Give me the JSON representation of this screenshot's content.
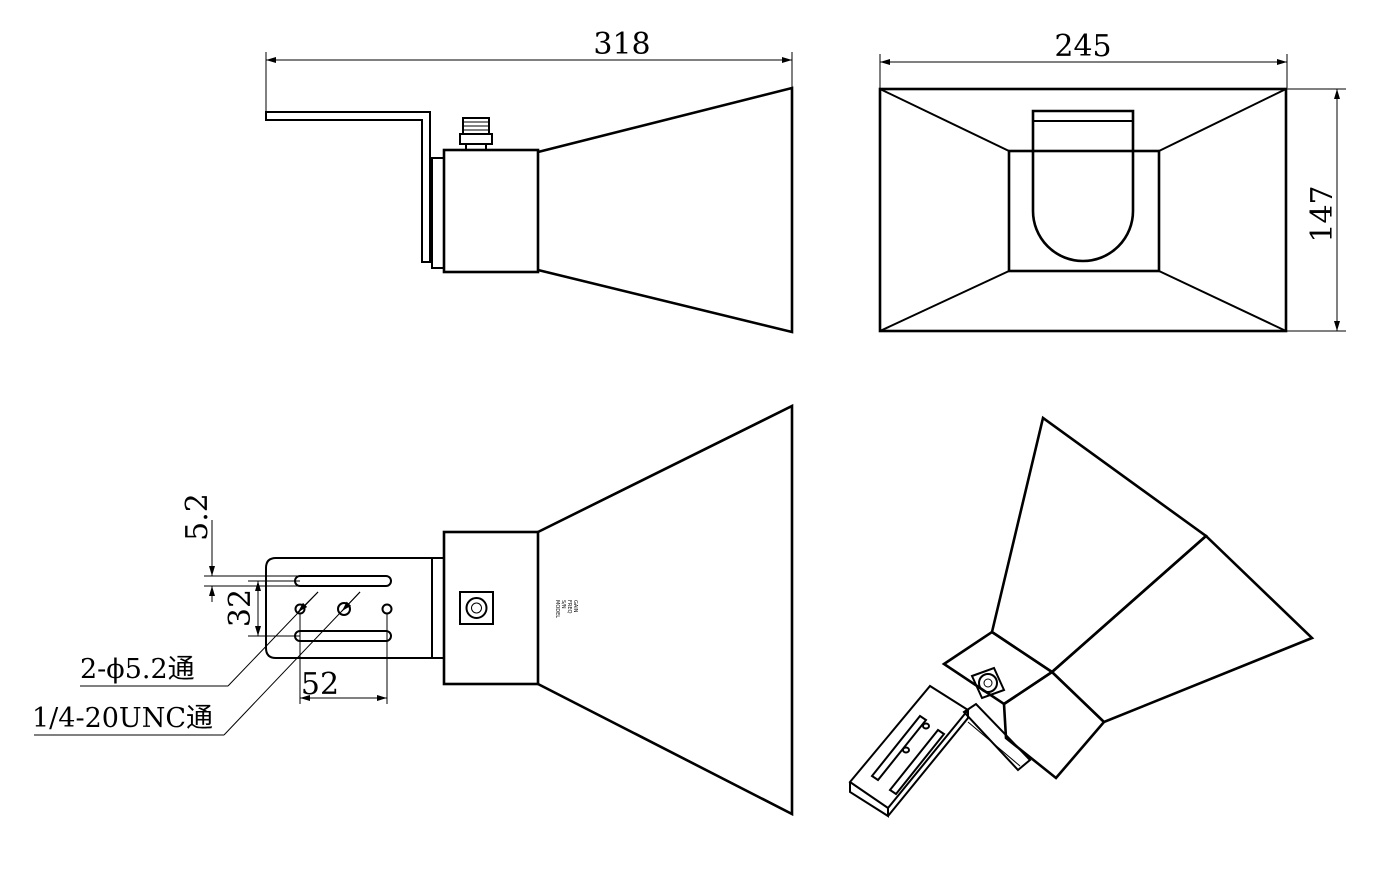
{
  "dimensions": {
    "top_view_width": "318",
    "front_view_width": "245",
    "front_view_height": "147",
    "slot_offset": "5.2",
    "slot_spacing": "32",
    "hole_spacing": "52"
  },
  "callouts": {
    "through_holes": "2-ϕ5.2通",
    "threaded_hole": "1/4-20UNC通"
  },
  "label_plate": {
    "lines": [
      "MODEL",
      "S/N",
      "FREQ",
      "GAIN"
    ]
  }
}
